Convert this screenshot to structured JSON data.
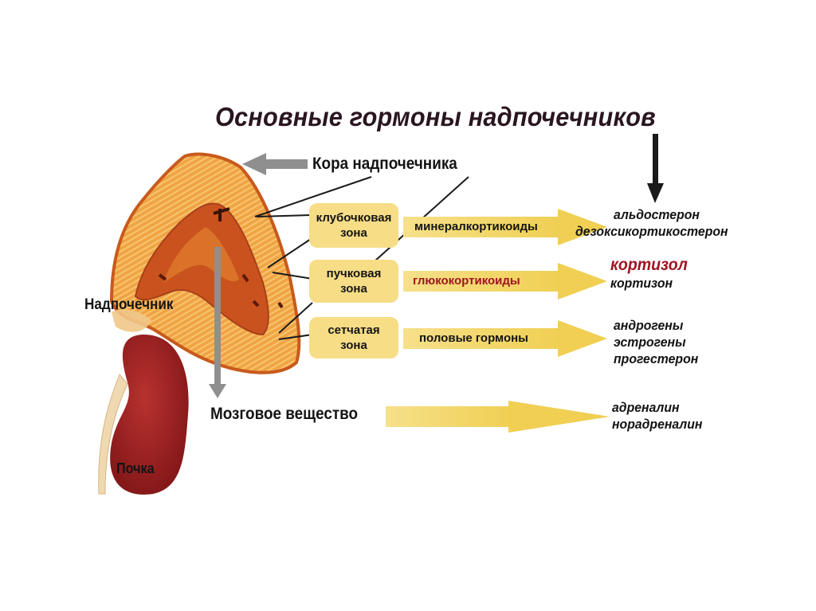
{
  "title": "Основные гормоны надпочечников",
  "labels": {
    "cortex": "Кора надпочечника",
    "adrenal_gland": "Надпочечник",
    "medulla": "Мозговое вещество",
    "kidney": "Почка"
  },
  "zones": [
    {
      "name_line1": "клубочковая",
      "name_line2": "зона",
      "product": "минералкортикоиды"
    },
    {
      "name_line1": "пучковая",
      "name_line2": "зона",
      "product": "глюкокортикоиды"
    },
    {
      "name_line1": "сетчатая",
      "name_line2": "зона",
      "product": "половые гормоны"
    }
  ],
  "hormones": {
    "mineralocorticoids": [
      "альдостерон",
      "дезоксикортикостерон"
    ],
    "glucocorticoids": [
      "кортизол",
      "кортизон"
    ],
    "sex_hormones": [
      "андрогены",
      "эстрогены",
      "прогестерон"
    ],
    "medulla": [
      "адреналин",
      "норадреналин"
    ]
  },
  "colors": {
    "arrow_fill": "#f3d35e",
    "zone_box": "#f6dd86",
    "highlight_red": "#a01422",
    "gland_outer": "#e8902e",
    "gland_inner": "#c9521e",
    "kidney": "#9e1e22"
  }
}
